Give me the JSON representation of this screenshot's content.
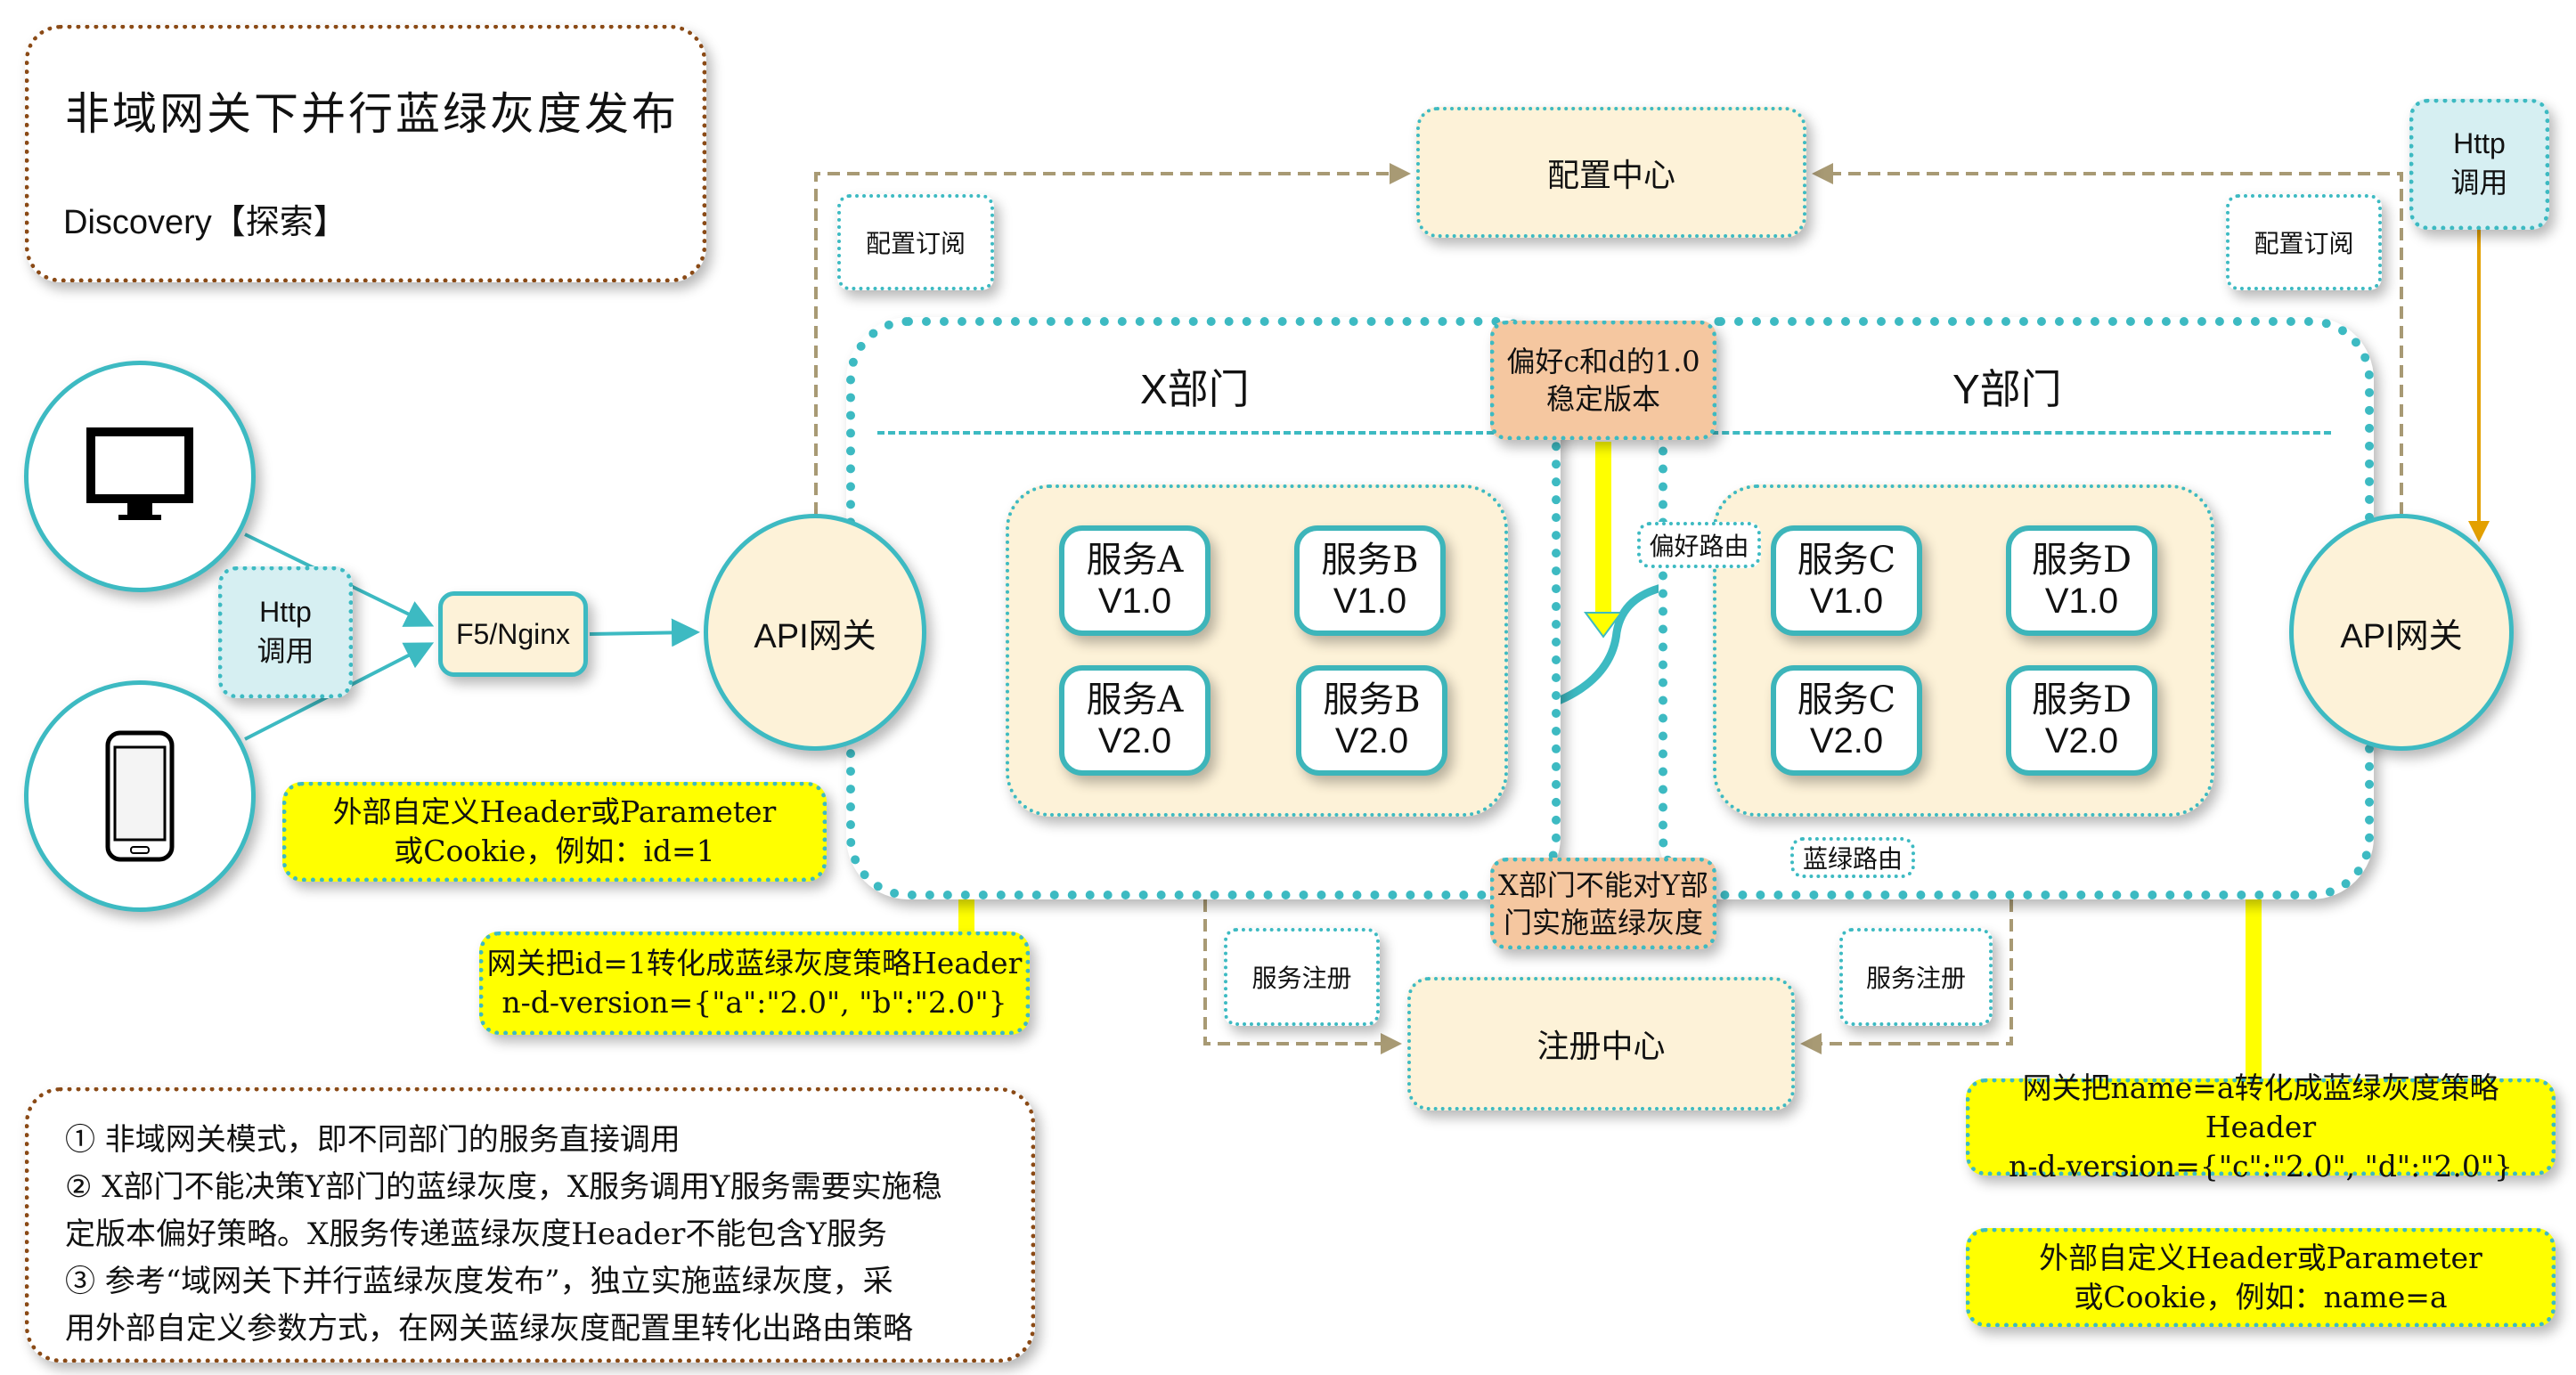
{
  "title_box": {
    "title": "非域网关下并行蓝绿灰度发布",
    "subtitle": "Discovery【探索】"
  },
  "clients": {
    "desktop_icon": "monitor-icon",
    "mobile_icon": "smartphone-icon",
    "http_label_line1": "Http",
    "http_label_line2": "调用"
  },
  "f5_nginx": "F5/Nginx",
  "gateway_left": "API网关",
  "gateway_right": "API网关",
  "config_center": "配置中心",
  "config_subscribe_left": "配置订阅",
  "config_subscribe_right": "配置订阅",
  "http_top_right": {
    "line1": "Http",
    "line2": "调用"
  },
  "x_department": {
    "title": "X部门",
    "services": [
      {
        "name": "服务A",
        "version": "V1.0"
      },
      {
        "name": "服务B",
        "version": "V1.0"
      },
      {
        "name": "服务A",
        "version": "V2.0"
      },
      {
        "name": "服务B",
        "version": "V2.0"
      }
    ]
  },
  "y_department": {
    "title": "Y部门",
    "services": [
      {
        "name": "服务C",
        "version": "V1.0"
      },
      {
        "name": "服务D",
        "version": "V1.0"
      },
      {
        "name": "服务C",
        "version": "V2.0"
      },
      {
        "name": "服务D",
        "version": "V2.0"
      }
    ]
  },
  "orange_top": {
    "line1": "偏好c和d的1.0",
    "line2": "稳定版本"
  },
  "orange_bottom": {
    "line1": "X部门不能对Y部",
    "line2": "门实施蓝绿灰度"
  },
  "preference_route": "偏好路由",
  "bluegreen_route": "蓝绿路由",
  "yellow_left_input": {
    "line1": "外部自定义Header或Parameter",
    "line2": "或Cookie，例如：id=1"
  },
  "yellow_left_strategy": {
    "line1": "网关把id=1转化成蓝绿灰度策略Header",
    "line2": "n-d-version={\"a\":\"2.0\", \"b\":\"2.0\"}"
  },
  "yellow_right_strategy": {
    "line1": "网关把name=a转化成蓝绿灰度策略Header",
    "line2": "n-d-version={\"c\":\"2.0\", \"d\":\"2.0\"}"
  },
  "yellow_right_input": {
    "line1": "外部自定义Header或Parameter",
    "line2": "或Cookie，例如：name=a"
  },
  "service_register_left": "服务注册",
  "service_register_right": "服务注册",
  "registry_center": "注册中心",
  "notes": [
    "① 非域网关模式，即不同部门的服务直接调用",
    "② X部门不能决策Y部门的蓝绿灰度，X服务调用Y服务需要实施稳",
    "定版本偏好策略。X服务传递蓝绿灰度Header不能包含Y服务",
    "③ 参考“域网关下并行蓝绿灰度发布”，独立实施蓝绿灰度，采",
    "用外部自定义参数方式，在网关蓝绿灰度配置里转化出路由策略"
  ],
  "colors": {
    "teal": "#3dbac2",
    "cream": "#fdf2d8",
    "yellow": "#ffff00",
    "orange": "#f5c7a0",
    "light_blue": "#d6eff2",
    "dashed_brown": "#a89a74",
    "amber": "#e3a000"
  }
}
